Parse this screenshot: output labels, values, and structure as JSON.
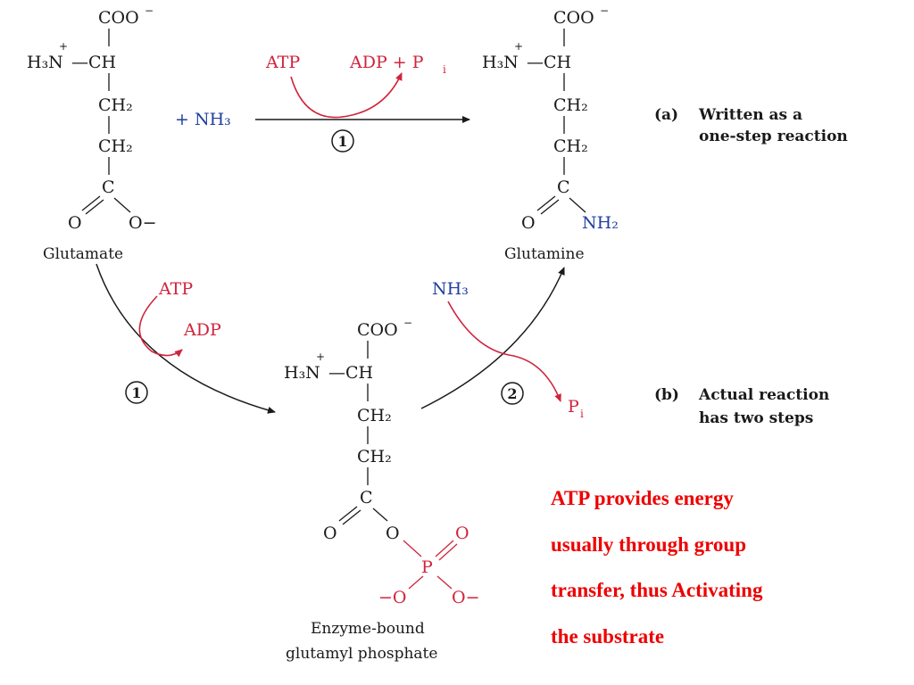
{
  "glutamate": {
    "coo": "COO",
    "minus": "−",
    "h3n": "H₃N",
    "plus": "+",
    "dash_ch": "—CH",
    "ch2_a": "CH₂",
    "ch2_b": "CH₂",
    "c": "C",
    "o_left": "O",
    "o_right": "O−",
    "name": "Glutamate"
  },
  "glutamine": {
    "coo": "COO",
    "minus": "−",
    "h3n": "H₃N",
    "plus": "+",
    "dash_ch": "—CH",
    "ch2_a": "CH₂",
    "ch2_b": "CH₂",
    "c": "C",
    "o_left": "O",
    "nh2": "NH₂",
    "name": "Glutamine"
  },
  "intermediate": {
    "coo": "COO",
    "minus": "−",
    "h3n": "H₃N",
    "plus": "+",
    "dash_ch": "—CH",
    "ch2_a": "CH₂",
    "ch2_b": "CH₂",
    "c": "C",
    "o_left": "O",
    "o_link": "O",
    "p": "P",
    "o_top": "O",
    "o_bl": "−O",
    "o_br": "O−",
    "name_line1": "Enzyme-bound",
    "name_line2": "glutamyl phosphate"
  },
  "reaction_a": {
    "atp": "ATP",
    "adp_pi": "ADP + P",
    "pi_sub": "i",
    "plus_nh3": "+ NH₃",
    "step": "1",
    "label_letter": "(a)",
    "label_line1": "Written as a",
    "label_line2": "one-step reaction"
  },
  "reaction_b": {
    "atp": "ATP",
    "adp": "ADP",
    "step1": "1",
    "nh3": "NH₃",
    "step2": "2",
    "pi": "P",
    "pi_sub": "i",
    "label_letter": "(b)",
    "label_line1": "Actual reaction",
    "label_line2": "has two steps"
  },
  "note": {
    "line1": "ATP provides energy",
    "line2": "usually through group",
    "line3": "transfer, thus Activating",
    "line4": "the substrate"
  },
  "colors": {
    "ink": "#1a1a1a",
    "red": "#d0243c",
    "blue": "#1f3fa0",
    "note": "#ee0000"
  }
}
